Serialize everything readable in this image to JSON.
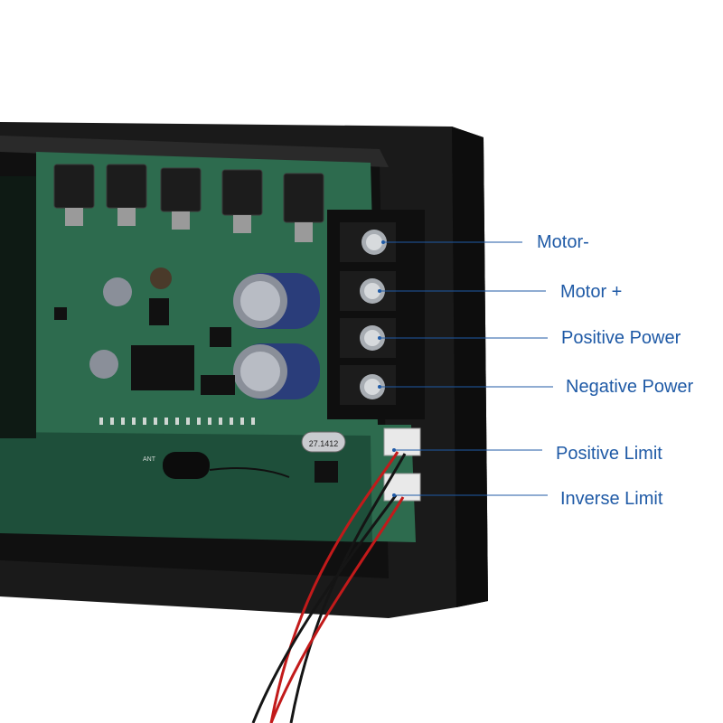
{
  "labels": {
    "motor_minus": "Motor-",
    "motor_plus": "Motor +",
    "positive_power": "Positive Power",
    "negative_power": "Negative Power",
    "positive_limit": "Positive Limit",
    "inverse_limit": "Inverse Limit"
  },
  "board_markings": {
    "crystal": "27.1412",
    "antenna": "ANT"
  },
  "colors": {
    "pcb": "#2d6b4e",
    "case": "#141414",
    "label": "#1f5aa6",
    "wire_red": "#c21a1a",
    "wire_black": "#151515"
  }
}
